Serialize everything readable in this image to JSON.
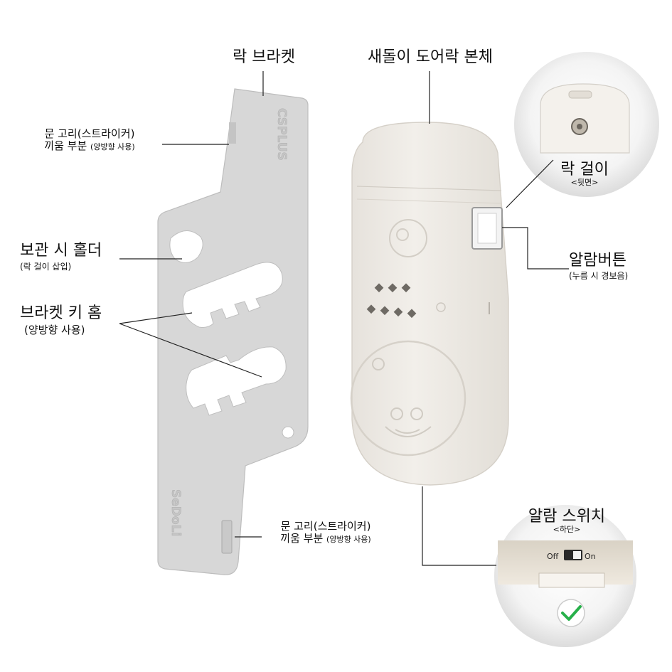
{
  "labels": {
    "lock_bracket": "락 브라켓",
    "lock_body": "새돌이 도어락 본체",
    "strike_top_line1": "문 고리(스트라이커)",
    "strike_top_line2": "끼움 부분",
    "strike_top_note": "(양방향 사용)",
    "holder_title": "보관 시 홀더",
    "holder_note": "(락 걸이 삽입)",
    "key_slot_title": "브라켓 키 홈",
    "key_slot_note": "(양방향 사용)",
    "strike_bottom_line1": "문 고리(스트라이커)",
    "strike_bottom_line2": "끼움 부분",
    "strike_bottom_note": "(양방향 사용)",
    "lock_hook_title": "락 걸이",
    "lock_hook_note": "<뒷면>",
    "alarm_button_title": "알람버튼",
    "alarm_button_note": "(누름 시 경보음)",
    "alarm_switch_title": "알람 스위치",
    "alarm_switch_note": "<하단>"
  },
  "bracket_texts": {
    "top_engraving": "CSPLUS",
    "bottom_engraving": "SeDoLi"
  },
  "switch": {
    "off_label": "Off",
    "on_label": "On",
    "state": "on"
  },
  "colors": {
    "bracket": "#d6d6d6",
    "body": "#eeebe6",
    "check": "#27b04a",
    "leader": "#222222"
  }
}
